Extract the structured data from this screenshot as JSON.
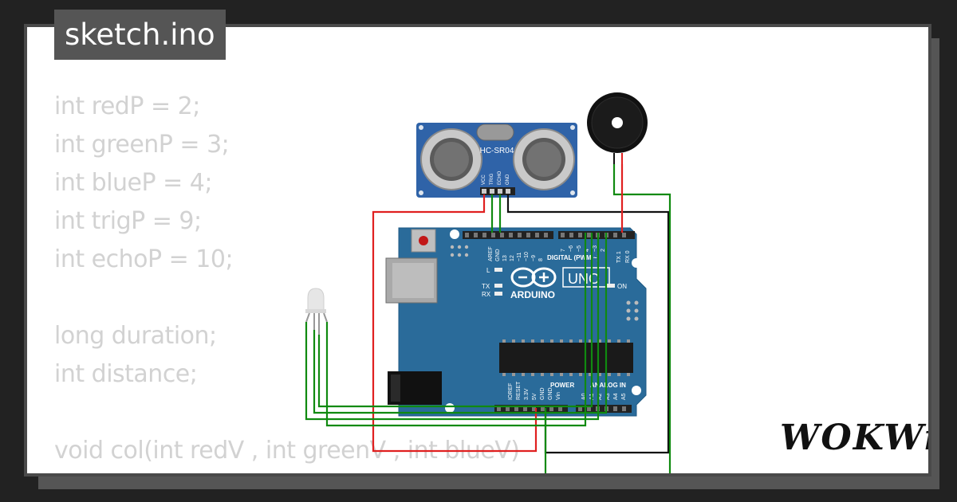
{
  "file_tab": {
    "label": "sketch.ino"
  },
  "code_lines": [
    "int redP = 2;",
    "int greenP = 3;",
    "int blueP = 4;",
    "int trigP = 9;",
    "int echoP = 10;",
    "",
    "long duration;",
    "int distance;",
    "",
    "void col(int redV , int greenV , int blueV)",
    "{"
  ],
  "sensor": {
    "label": "HC-SR04",
    "pins": [
      "VCC",
      "TRIG",
      "ECHO",
      "GND"
    ]
  },
  "board": {
    "logo_text": "ARDUINO",
    "model": "UNO",
    "digital_label": "DIGITAL (PWM ~)",
    "power_label": "POWER",
    "analog_label": "ANALOG IN",
    "on_label": "ON",
    "led_labels": [
      "L",
      "TX",
      "RX"
    ],
    "top_pins_left": [
      "AREF",
      "GND",
      "13",
      "12",
      "~11",
      "~10",
      "~9",
      "8"
    ],
    "top_pins_right": [
      "7",
      "~6",
      "~5",
      "4",
      "~3",
      "2",
      "TX 1",
      "RX 0"
    ],
    "power_pins": [
      "IOREF",
      "RESET",
      "3.3V",
      "5V",
      "GND",
      "GND",
      "Vin"
    ],
    "analog_pins": [
      "A0",
      "A1",
      "A2",
      "A3",
      "A4",
      "A5"
    ]
  },
  "brand": {
    "label": "WOKWi"
  },
  "colors": {
    "background": "#222222",
    "board": "#2a6b9a",
    "wire_red": "#e02020",
    "wire_green": "#108a10",
    "wire_black": "#111111",
    "code_text": "#d2d2d2"
  }
}
